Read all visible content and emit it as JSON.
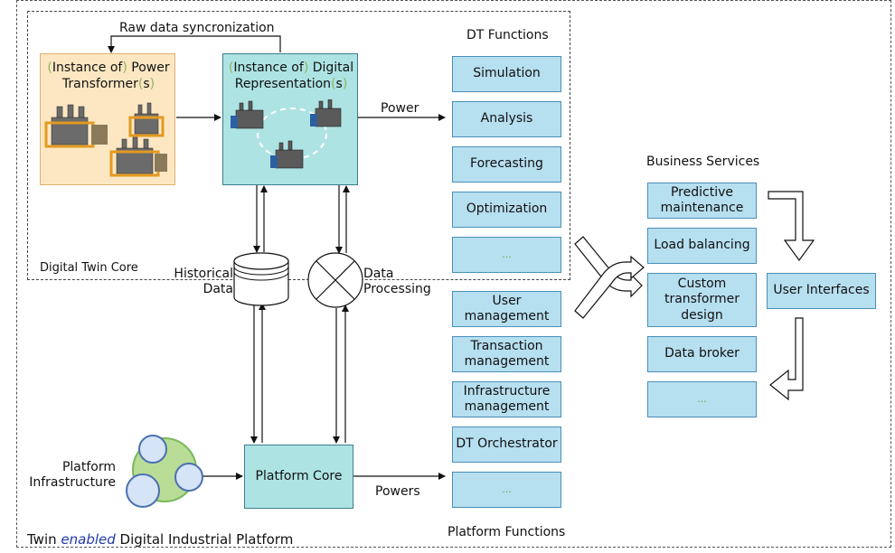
{
  "outer_title": {
    "pre": "Twin ",
    "emph": "enabled",
    "post": " Digital Industrial Platform"
  },
  "core_label": "Digital Twin Core",
  "sync_label": "Raw data syncronization",
  "power_transformer": {
    "paren1": "(",
    "instance": "Instance of",
    "paren2": ")",
    "rest1": " Power",
    "line2a": "Transformer",
    "paren3": "(",
    "s": "s",
    "paren4": ")"
  },
  "digital_rep": {
    "paren1": "(",
    "instance": "Instance of",
    "paren2": ")",
    "rest1": " Digital",
    "line2a": "Representation",
    "paren3": "(",
    "s": "s",
    "paren4": ")"
  },
  "power_label": "Power",
  "powers_label": "Powers",
  "historical_data": {
    "line1": "Historical",
    "line2": "Data"
  },
  "data_processing": {
    "line1": "Data",
    "line2": "Processing"
  },
  "platform_infra": {
    "line1": "Platform",
    "line2": "Infrastructure"
  },
  "platform_core": "Platform Core",
  "dt_functions_title": "DT Functions",
  "dt_functions": [
    "Simulation",
    "Analysis",
    "Forecasting",
    "Optimization",
    "..."
  ],
  "platform_functions_title": "Platform Functions",
  "platform_functions": [
    {
      "line1": "User",
      "line2": "management"
    },
    {
      "line1": "Transaction",
      "line2": "management"
    },
    {
      "line1": "Infrastructure",
      "line2": "management"
    },
    {
      "line1": "DT Orchestrator",
      "line2": ""
    },
    {
      "line1": "...",
      "line2": ""
    }
  ],
  "business_title": "Business Services",
  "business_services": [
    {
      "line1": "Predictive",
      "line2": "maintenance",
      "line3": ""
    },
    {
      "line1": "Load balancing",
      "line2": "",
      "line3": ""
    },
    {
      "line1": "Custom",
      "line2": "transformer",
      "line3": "design"
    },
    {
      "line1": "Data broker",
      "line2": "",
      "line3": ""
    },
    {
      "line1": "...",
      "line2": "",
      "line3": ""
    }
  ],
  "user_interfaces": "User Interfaces",
  "colors": {
    "function_fill": "#b6dff0",
    "core_fill": "#aee3e3",
    "asset_fill": "#fde7c2",
    "infra_green": "#b9dc97",
    "infra_blue": "#d6e4f7"
  },
  "icons": [
    "transformer-icon",
    "database-icon",
    "processing-cross-icon",
    "infrastructure-cluster-icon",
    "hollow-arrow-icon"
  ]
}
